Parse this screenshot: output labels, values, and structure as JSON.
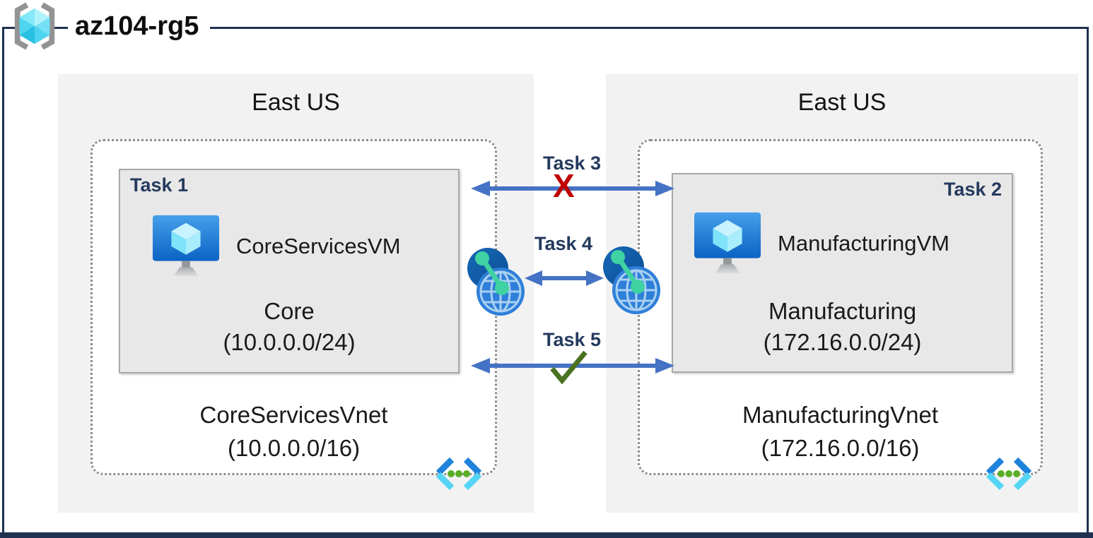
{
  "header": {
    "title": "az104-rg5",
    "icon": "resource-group-icon"
  },
  "regions": [
    {
      "name": "East US",
      "vnet": {
        "name": "CoreServicesVnet",
        "cidr": "(10.0.0.0/16)",
        "icon": "virtual-network-icon",
        "subnet": {
          "task_label": "Task 1",
          "vm_icon": "virtual-machine-icon",
          "vm_name": "CoreServicesVM",
          "name": "Core",
          "cidr": "(10.0.0.0/24)"
        }
      }
    },
    {
      "name": "East US",
      "vnet": {
        "name": "ManufacturingVnet",
        "cidr": "(172.16.0.0/16)",
        "icon": "virtual-network-icon",
        "subnet": {
          "task_label": "Task 2",
          "vm_icon": "virtual-machine-icon",
          "vm_name": "ManufacturingVM",
          "name": "Manufacturing",
          "cidr": "(172.16.0.0/24)"
        }
      }
    }
  ],
  "connections": [
    {
      "label": "Task 3",
      "mark": "X",
      "status_icon": "red-x-icon"
    },
    {
      "label": "Task 4",
      "status_icon": "vnet-peering-icons"
    },
    {
      "label": "Task 5",
      "status_icon": "green-check-icon"
    }
  ],
  "colors": {
    "frame": "#1e3150",
    "region_fill": "#f2f2f2",
    "subnet_fill": "#e9e8e8",
    "arrow": "#4472c4",
    "task_label": "#243a5e",
    "blocked_x": "#c00000",
    "check": "#4a7221",
    "vnet_border_dots": "#8c8c8c"
  }
}
